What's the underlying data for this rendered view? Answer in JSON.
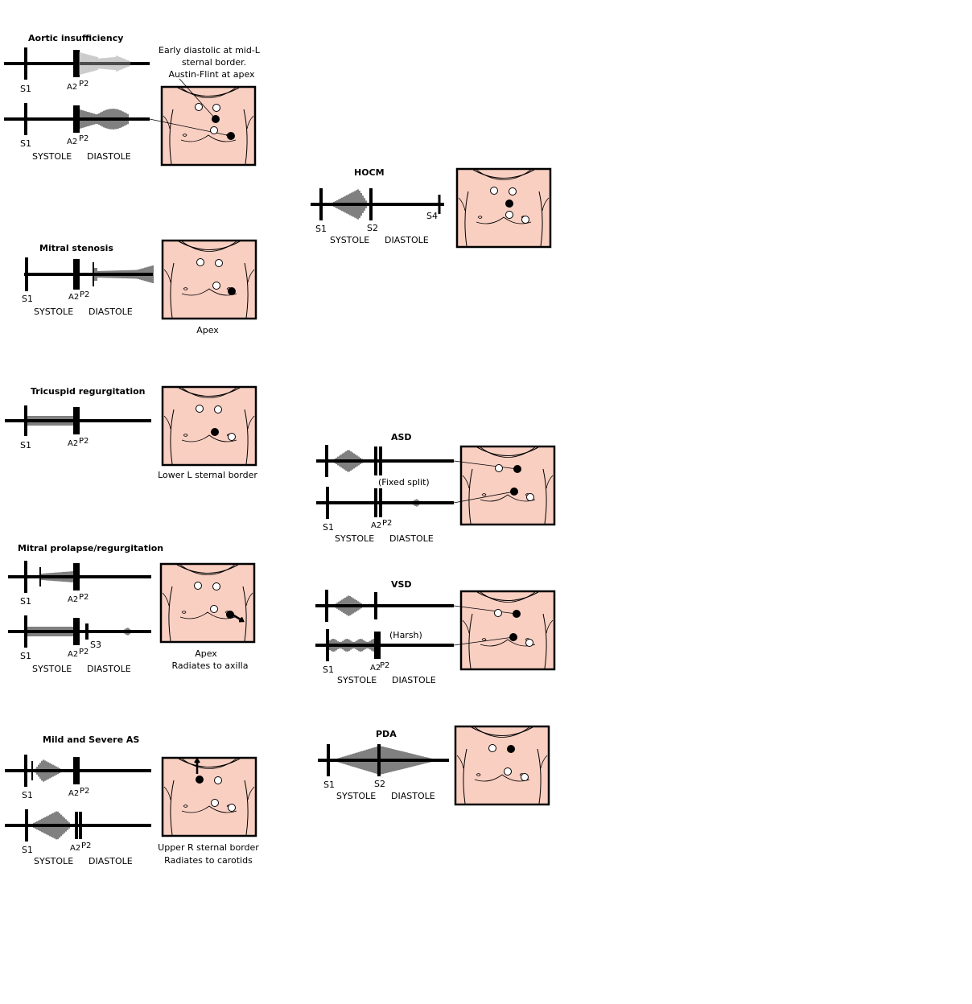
{
  "heart_sound_labels": {
    "s1": "S1",
    "s2": "S2",
    "s3": "S3",
    "s4": "S4",
    "a2": "A2",
    "p2": "P2",
    "systole": "SYSTOLE",
    "diastole": "DIASTOLE"
  },
  "panels": {
    "aortic_insufficiency": {
      "title": "Aortic insufficiency",
      "note_lines": [
        "Early diastolic at mid-L",
        "sternal border.",
        "Austin-Flint at apex"
      ]
    },
    "mitral_stenosis": {
      "title": "Mitral stenosis",
      "location": "Apex"
    },
    "tricuspid_regurgitation": {
      "title": "Tricuspid regurgitation",
      "location": "Lower L sternal border"
    },
    "mitral_prolapse": {
      "title": "Mitral prolapse/regurgitation",
      "location_lines": [
        "Apex",
        "Radiates to axilla"
      ]
    },
    "aortic_stenosis": {
      "title": "Mild and Severe AS",
      "location_lines": [
        "Upper R sternal border",
        "Radiates to carotids"
      ]
    },
    "hocm": {
      "title": "HOCM"
    },
    "asd": {
      "title": "ASD",
      "note": "(Fixed split)"
    },
    "vsd": {
      "title": "VSD",
      "note": "(Harsh)"
    },
    "pda": {
      "title": "PDA"
    }
  },
  "colors": {
    "skin": "#f9cfc2",
    "ink": "#000000",
    "murmur_gray": "#9a9a9a"
  }
}
